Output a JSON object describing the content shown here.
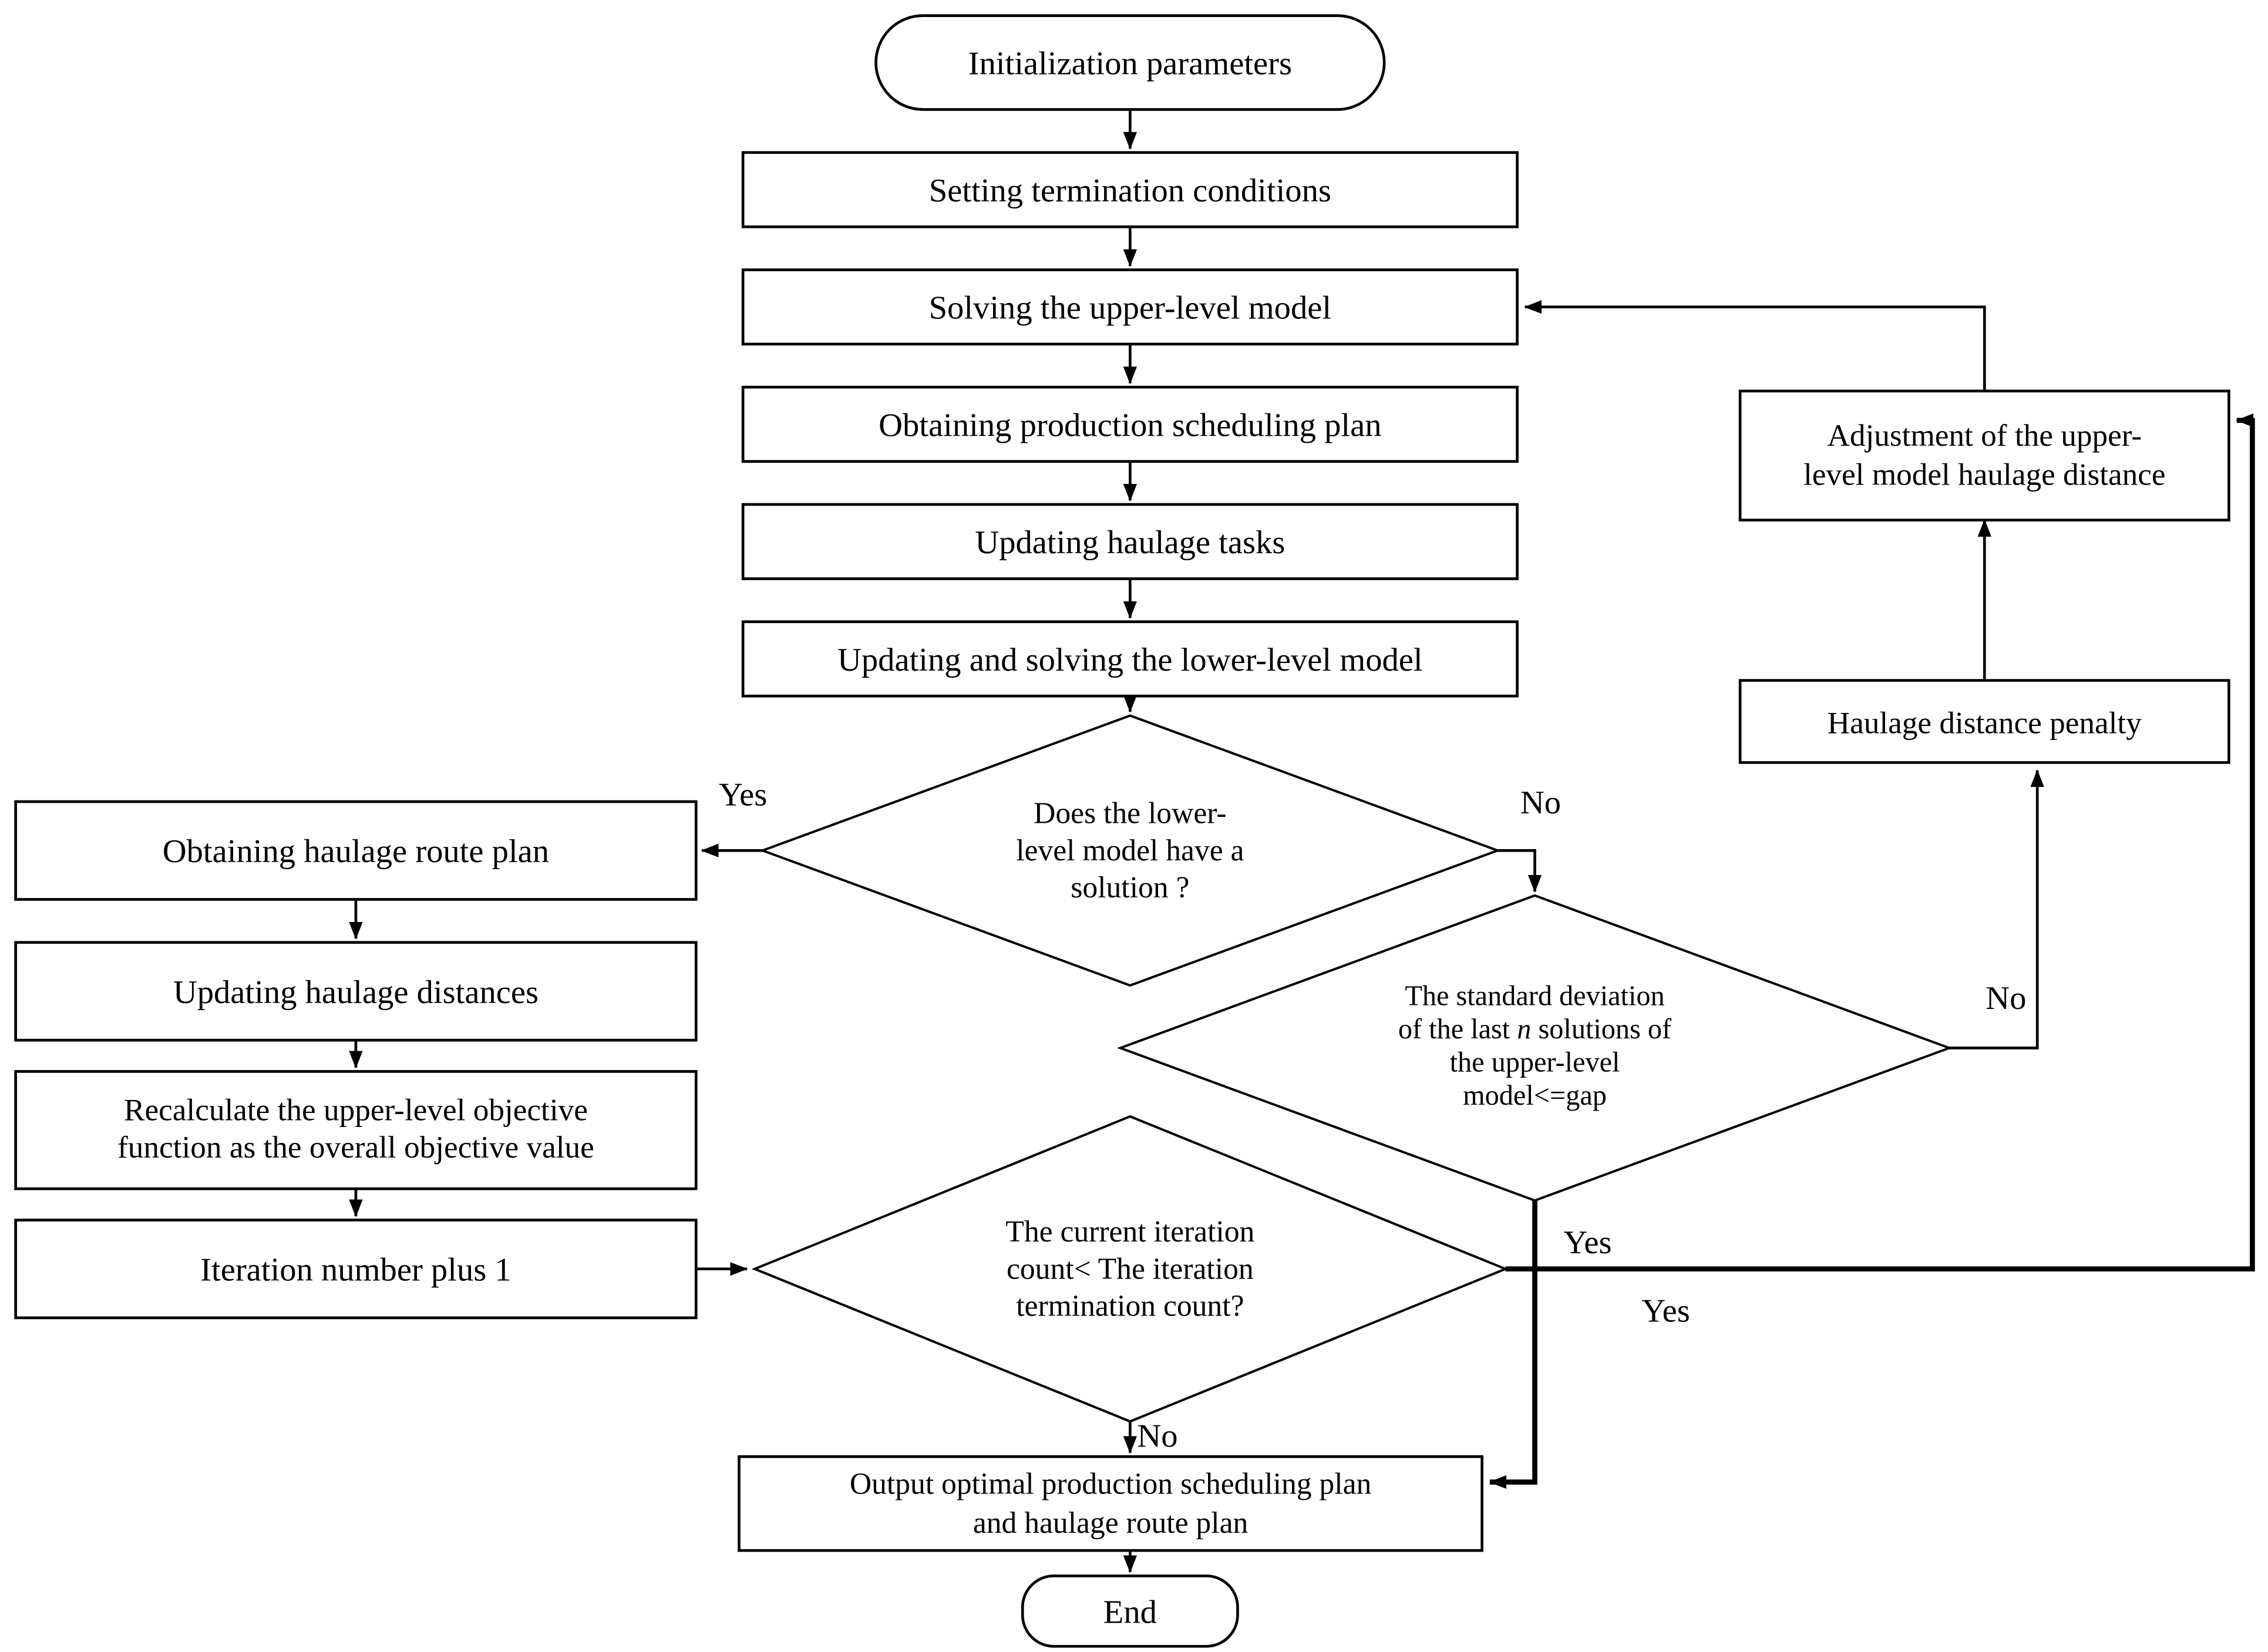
{
  "flowchart": {
    "title_hint": "bilevel model solving flowchart",
    "colors": {
      "line": "#000000",
      "background": "#ffffff",
      "node_fill": "#ffffff"
    },
    "nodes": {
      "start": {
        "label": "Initialization parameters"
      },
      "set_termination": {
        "label": "Setting termination conditions"
      },
      "solve_upper": {
        "label": "Solving the upper-level model"
      },
      "obtain_schedule": {
        "label": "Obtaining production scheduling plan"
      },
      "update_tasks": {
        "label": "Updating haulage tasks"
      },
      "update_solve_lower": {
        "label": "Updating and solving the lower-level model"
      },
      "decision_lower_solution": {
        "line1": "Does the lower-",
        "line2": "level model have a",
        "line3": "solution ?"
      },
      "obtain_route": {
        "label": "Obtaining haulage route plan"
      },
      "update_distances": {
        "label": "Updating haulage distances"
      },
      "recalculate": {
        "line1": "Recalculate the upper-level objective",
        "line2": "function as the overall objective value"
      },
      "iteration_plus": {
        "label": "Iteration number plus 1"
      },
      "decision_std_gap": {
        "line1": "The standard deviation",
        "line2_pre": "of the last ",
        "line2_italic": "n",
        "line2_post": " solutions of",
        "line3": "the upper-level",
        "line4": "model<=gap"
      },
      "decision_iteration": {
        "line1": "The current iteration",
        "line2": "count< The iteration",
        "line3": "termination count?"
      },
      "adjustment": {
        "line1": "Adjustment of the upper-",
        "line2": "level model haulage distance"
      },
      "penalty": {
        "label": "Haulage distance penalty"
      },
      "output": {
        "line1": "Output optimal production scheduling plan",
        "line2": "and haulage route plan"
      },
      "end": {
        "label": "End"
      }
    },
    "edge_labels": {
      "lower_solution_yes": "Yes",
      "lower_solution_no": "No",
      "std_gap_yes": "Yes",
      "std_gap_no": "No",
      "iteration_yes": "Yes",
      "iteration_no": "No"
    }
  }
}
